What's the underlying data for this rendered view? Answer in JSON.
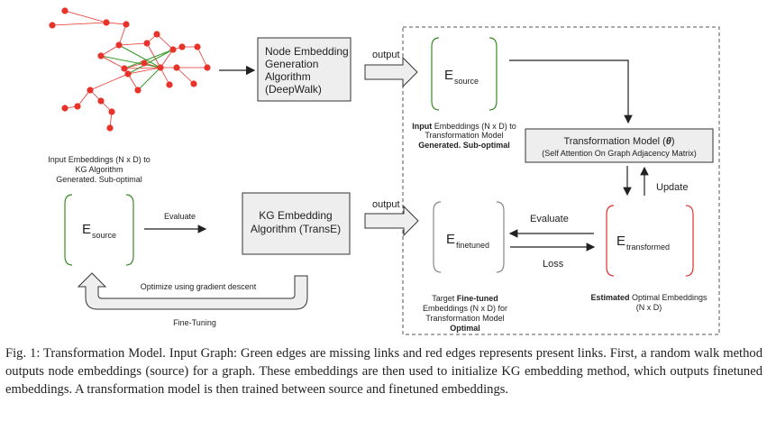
{
  "node_embedding_box": {
    "line1": "Node Embedding",
    "line2": "Generation",
    "line3": "Algorithm",
    "line4": "(DeepWalk)"
  },
  "kg_embedding_box": {
    "line1": "KG Embedding",
    "line2": "Algorithm (TransE)"
  },
  "transformation_box": {
    "title": "Transformation Model (",
    "theta": "θ",
    "close": ")",
    "subtitle": "(Self Attention On Graph Adjacency Matrix)"
  },
  "arrows": {
    "output_top": "output",
    "output_bottom": "output",
    "evaluate_left": "Evaluate",
    "evaluate_right": "Evaluate",
    "loss": "Loss",
    "update": "Update",
    "optimize": "Optimize using gradient descent",
    "fine_tuning": "Fine-Tuning"
  },
  "e_source_top": {
    "main": "E",
    "sub": "source"
  },
  "e_source_left": {
    "main": "E",
    "sub": "source"
  },
  "e_finetuned": {
    "main": "E",
    "sub": "finetuned"
  },
  "e_transformed": {
    "main": "E",
    "sub": "transformed"
  },
  "left_label": {
    "line1": "Input Embeddings (N x D) to",
    "line2": "KG Algorithm",
    "line3": "Generated. Sub-optimal"
  },
  "top_source_label": {
    "line1_bold": "Input",
    "line1_rest": " Embeddings (N x D) to",
    "line2": "Transformation Model",
    "line3": "Generated. Sub-optimal"
  },
  "finetuned_label": {
    "line1_pre": "Target ",
    "line1_bold": "Fine-tuned",
    "line2": "Embeddings (N x D) for",
    "line3": "Transformation Model",
    "line4": "Optimal"
  },
  "transformed_label": {
    "line1_bold": "Estimated",
    "line1_rest": " Optimal Embeddings",
    "line2": "(N x D)"
  },
  "caption": "Fig. 1: Transformation Model. Input Graph: Green edges are missing links and red edges represents present links. First, a random walk method outputs node embeddings (source) for a graph. These embeddings are then used to initialize KG embedding method, which outputs finetuned embeddings. A transformation model is then trained between source and finetuned embeddings.",
  "colors": {
    "graph_red": "#e8322a",
    "graph_green": "#3a9a2a",
    "bracket_green": "#3a8a2a",
    "bracket_red": "#e03030",
    "box_fill": "#eeeeee"
  }
}
